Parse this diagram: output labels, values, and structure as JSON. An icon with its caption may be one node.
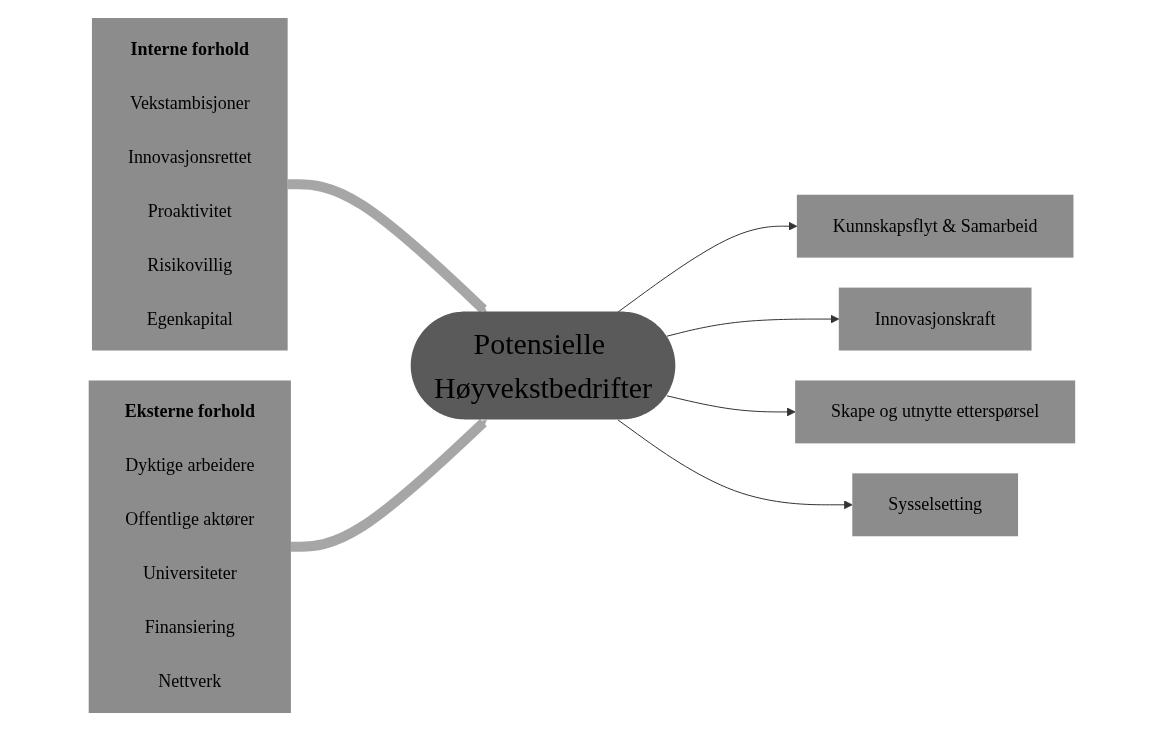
{
  "diagram": {
    "nodes": [
      {
        "text": [
          "Interne forhold",
          "Vekstambisjoner",
          "Innovasjonsrettet",
          "Proaktivitet",
          "Risikovillig",
          "Egenkapital"
        ]
      },
      {
        "text": [
          "Eksterne forhold",
          "Dyktige arbeidere",
          "Offentlige aktører",
          "Universiteter",
          "Finansiering",
          "Nettverk"
        ]
      },
      {
        "text": [
          "Potensielle Høyvekstbedrifter"
        ]
      },
      {
        "text": [
          "Kunnskapsflyt & Samarbeid"
        ]
      },
      {
        "text": [
          "Innovasjonskraft"
        ]
      },
      {
        "text": [
          "Skape og utnytte etterspørsel"
        ]
      },
      {
        "text": [
          "Sysselsetting"
        ]
      }
    ],
    "edges": [
      {
        "from": 0,
        "to": 2,
        "arrow": "to",
        "style": "thick",
        "color": "#a6a6a6"
      },
      {
        "from": 1,
        "to": 2,
        "arrow": "to",
        "style": "thick",
        "color": "#a6a6a6"
      },
      {
        "from": 2,
        "to": 3,
        "arrow": "to"
      },
      {
        "from": 2,
        "to": 4,
        "arrow": "to"
      },
      {
        "from": 2,
        "to": 5,
        "arrow": "to"
      },
      {
        "from": 2,
        "to": 6,
        "arrow": "to"
      }
    ]
  }
}
